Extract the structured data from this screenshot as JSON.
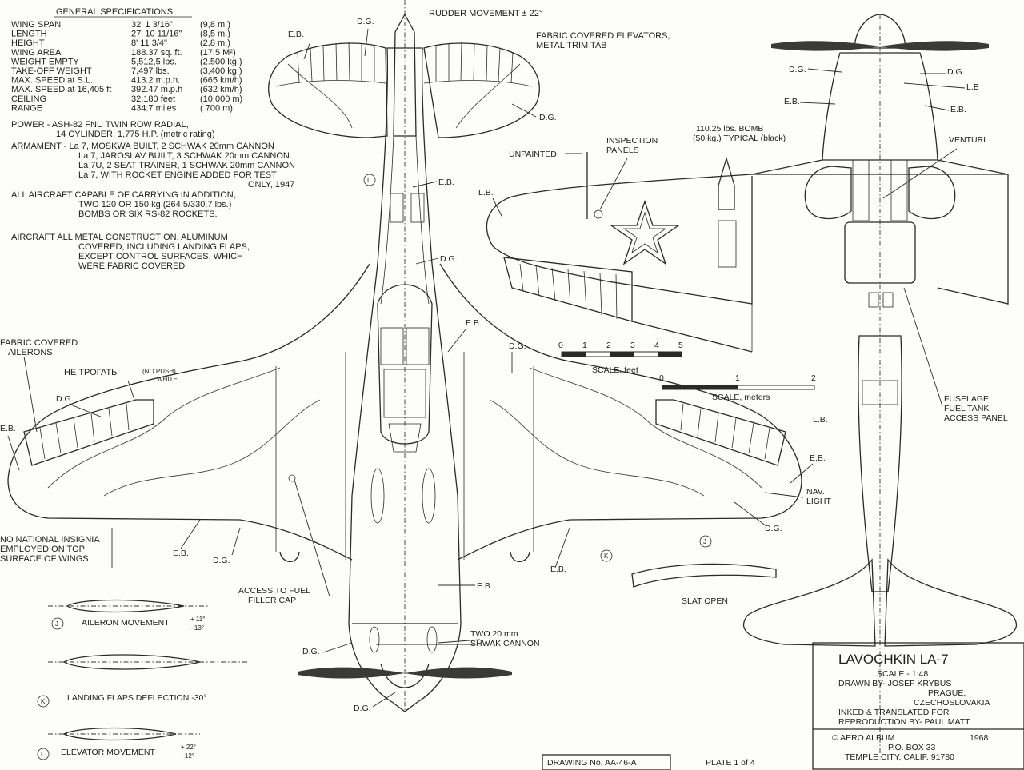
{
  "general_specifications": {
    "heading": "GENERAL SPECIFICATIONS",
    "rows": [
      {
        "label": "WING SPAN",
        "imperial": "32' 1 3/16\"",
        "metric": "(9,8 m.)"
      },
      {
        "label": "LENGTH",
        "imperial": "27' 10 11/16\"",
        "metric": "(8,5 m.)"
      },
      {
        "label": "HEIGHT",
        "imperial": "8' 11 3/4\"",
        "metric": "(2,8 m.)"
      },
      {
        "label": "WING AREA",
        "imperial": "188.37 sq. ft.",
        "metric": "(17,5 M²)"
      },
      {
        "label": "WEIGHT EMPTY",
        "imperial": "5,512,5 lbs.",
        "metric": "(2.500 kg.)"
      },
      {
        "label": "TAKE-OFF WEIGHT",
        "imperial": "7,497 lbs.",
        "metric": "(3,400 kg.)"
      },
      {
        "label": "MAX. SPEED at S.L.",
        "imperial": "413.2 m.p.h.",
        "metric": "(665 km/h)"
      },
      {
        "label": "MAX. SPEED at 16,405 ft",
        "imperial": "392.47 m.p.h",
        "metric": "(632 km/h)"
      },
      {
        "label": "CEILING",
        "imperial": "32,180 feet",
        "metric": "(10.000 m)"
      },
      {
        "label": "RANGE",
        "imperial": "434.7 miles",
        "metric": "( 700 m)"
      }
    ],
    "power_1": "POWER - ASH-82 FNU TWIN ROW RADIAL,",
    "power_2": "14 CYLINDER, 1,775 H.P. (metric rating)",
    "armament_1": "ARMAMENT - La 7, MOSKWA BUILT, 2 SCHWAK 20mm CANNON",
    "armament_2": "La 7, JAROSLAV BUILT, 3 SCHWAK 20mm CANNON",
    "armament_3": "La 7U, 2 SEAT TRAINER, 1 SCHWAK 20mm CANNON",
    "armament_4": "La 7, WITH ROCKET ENGINE ADDED FOR TEST",
    "armament_5": "ONLY, 1947",
    "carry_1": "ALL AIRCRAFT CAPABLE OF CARRYING IN ADDITION,",
    "carry_2": "TWO 120 OR 150 kg (264.5/330.7 lbs.)",
    "carry_3": "BOMBS OR SIX RS-82 ROCKETS.",
    "construction_1": "AIRCRAFT ALL METAL CONSTRUCTION, ALUMINUM",
    "construction_2": "COVERED, INCLUDING LANDING FLAPS,",
    "construction_3": "EXCEPT CONTROL SURFACES, WHICH",
    "construction_4": "WERE FABRIC COVERED"
  },
  "labels": {
    "rudder_movement": "RUDDER MOVEMENT ± 22°",
    "fabric_elevators_1": "FABRIC COVERED ELEVATORS,",
    "fabric_elevators_2": "METAL TRIM TAB",
    "eb": "E.B.",
    "dg": "D.G.",
    "lb": "L.B",
    "lb2": "L.B.",
    "l_circle": "L",
    "j_circle": "J",
    "k_circle": "K",
    "unpainted": "UNPAINTED",
    "inspection_1": "INSPECTION",
    "inspection_2": "PANELS",
    "bomb_1": "110.25 lbs. BOMB",
    "bomb_2": "(50 kg.) TYPICAL (black)",
    "venturi": "VENTURI",
    "fabric_ailerons_1": "FABRIC COVERED",
    "fabric_ailerons_2": "AILERONS",
    "no_push": "НЕ ТРОГАТЬ",
    "no_push_note": "(NO PUSH)",
    "no_push_color": "WHITE",
    "no_insignia_1": "NO NATIONAL INSIGNIA",
    "no_insignia_2": "EMPLOYED ON TOP",
    "no_insignia_3": "SURFACE OF WINGS",
    "fuel_access_1": "ACCESS TO FUEL",
    "fuel_access_2": "FILLER CAP",
    "two_cannon_1": "TWO 20 mm",
    "two_cannon_2": "SHWAK CANNON",
    "nav_light_1": "NAV.",
    "nav_light_2": "LIGHT",
    "fuel_tank_1": "FUSELAGE",
    "fuel_tank_2": "FUEL TANK",
    "fuel_tank_3": "ACCESS PANEL",
    "slat_open": "SLAT OPEN",
    "aileron_movement": "AILERON MOVEMENT",
    "aileron_plus": "+ 11°",
    "aileron_minus": "- 13°",
    "flaps_deflection": "LANDING FLAPS DEFLECTION -30°",
    "elevator_movement": "ELEVATOR MOVEMENT",
    "elevator_plus": "+ 22°",
    "elevator_minus": "- 12°"
  },
  "scale_feet": {
    "ticks": [
      "0",
      "1",
      "2",
      "3",
      "4",
      "5"
    ],
    "label": "SCALE, feet"
  },
  "scale_meters": {
    "ticks": [
      "0",
      "1",
      "2"
    ],
    "label": "SCALE, meters"
  },
  "title_block": {
    "title": "LAVOCHKIN LA-7",
    "scale": "SCALE - 1:48",
    "drawn_by": "DRAWN BY- JOSEF KRYBUS",
    "city": "PRAGUE,",
    "country": "CZECHOSLOVAKIA",
    "inked_1": "INKED & TRANSLATED FOR",
    "inked_2": "REPRODUCTION BY- PAUL MATT",
    "publisher": "© AERO ALBUM",
    "year": "1968",
    "po_box": "P.O. BOX 33",
    "address": "TEMPLE CITY, CALIF. 91780"
  },
  "drawing_number": "DRAWING No. AA-46-A",
  "plate": "PLATE 1 of 4",
  "colors": {
    "ink": "#1e1e1e",
    "paper": "#fdfdfb",
    "prop": "#3a3a3a"
  }
}
